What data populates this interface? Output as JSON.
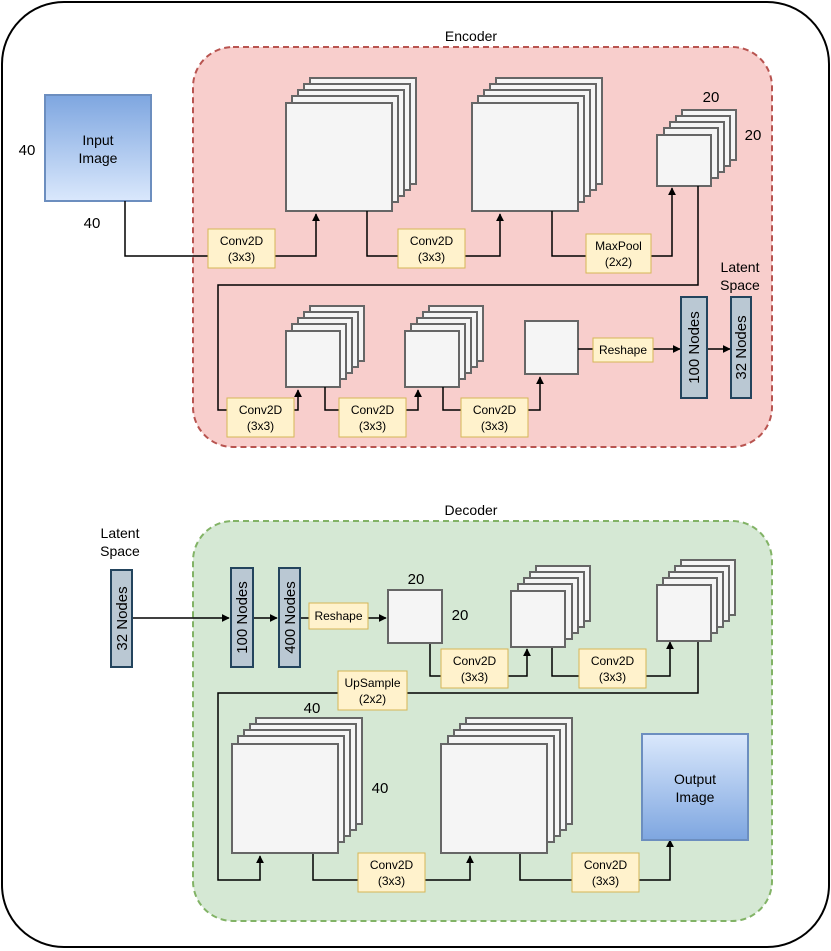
{
  "encoder": {
    "title": "Encoder",
    "input_label": [
      "Input",
      "Image"
    ],
    "input_dim_h": "40",
    "input_dim_w": "40",
    "pool_dim_a": "20",
    "pool_dim_b": "20",
    "latent_label": [
      "Latent",
      "Space"
    ],
    "ops": {
      "conv1": [
        "Conv2D",
        "(3x3)"
      ],
      "conv2": [
        "Conv2D",
        "(3x3)"
      ],
      "pool": [
        "MaxPool",
        "(2x2)"
      ],
      "conv3": [
        "Conv2D",
        "(3x3)"
      ],
      "conv4": [
        "Conv2D",
        "(3x3)"
      ],
      "conv5": [
        "Conv2D",
        "(3x3)"
      ],
      "reshape": "Reshape"
    },
    "dense_100": "100 Nodes",
    "dense_32": "32 Nodes"
  },
  "decoder": {
    "title": "Decoder",
    "latent_label": [
      "Latent",
      "Space"
    ],
    "latent_nodes": "32 Nodes",
    "dense_100": "100 Nodes",
    "dense_400": "400 Nodes",
    "reshape": "Reshape",
    "reshape_dim_a": "20",
    "reshape_dim_b": "20",
    "ops": {
      "conv1": [
        "Conv2D",
        "(3x3)"
      ],
      "conv2": [
        "Conv2D",
        "(3x3)"
      ],
      "upsample": [
        "UpSample",
        "(2x2)"
      ],
      "conv3": [
        "Conv2D",
        "(3x3)"
      ],
      "conv4": [
        "Conv2D",
        "(3x3)"
      ]
    },
    "up_dim_a": "40",
    "up_dim_b": "40",
    "output_label": [
      "Output",
      "Image"
    ]
  },
  "colors": {
    "encoder_fill": "#f8cecc",
    "encoder_border": "#b85450",
    "decoder_fill": "#d5e8d4",
    "decoder_border": "#82b366",
    "op_fill": "#fff2cc",
    "op_border": "#d6b656",
    "node_fill": "#bac8d3",
    "node_border": "#23445d",
    "image_border": "#6c8ebf",
    "image_top": "#dae8fc",
    "image_bottom": "#7ea6e0",
    "fmap_fill": "#f5f5f5",
    "fmap_border": "#666666"
  }
}
